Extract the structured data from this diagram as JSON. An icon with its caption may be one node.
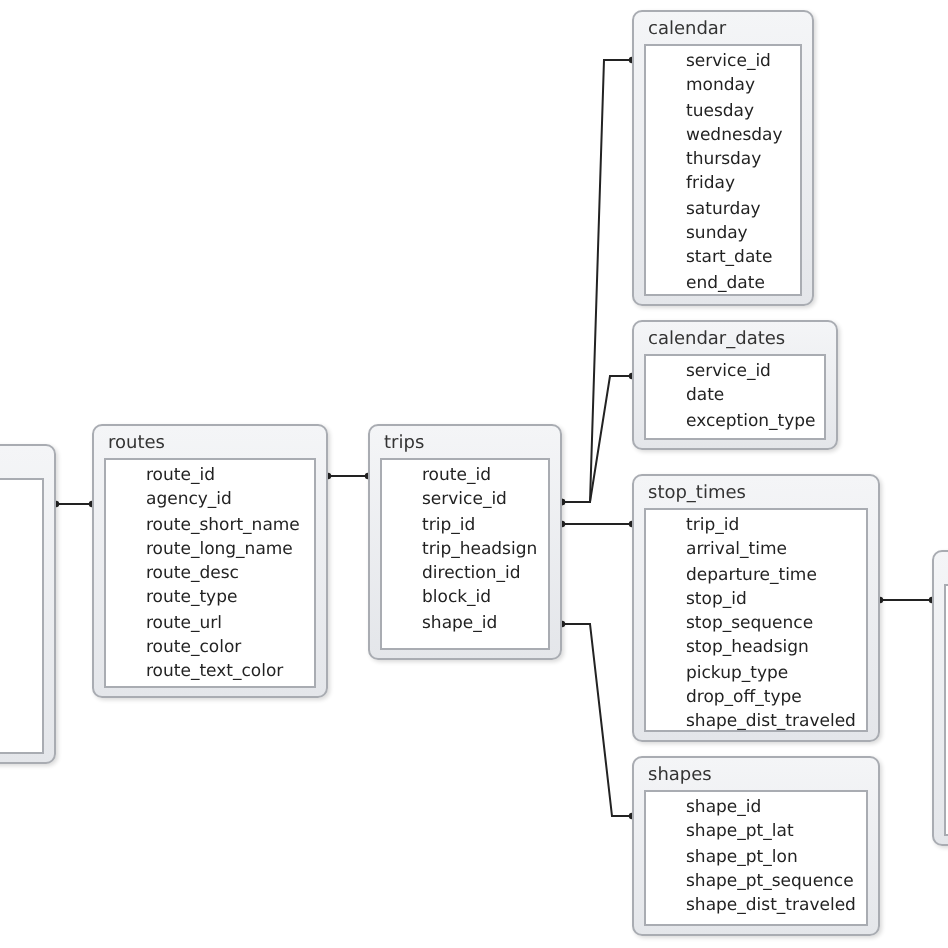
{
  "diagram": {
    "nodes": [
      {
        "text": [],
        "shape": "box"
      },
      {
        "text": [
          "routes",
          "route_id",
          "agency_id",
          "route_short_name",
          "route_long_name",
          "route_desc",
          "route_type",
          "route_url",
          "route_color",
          "route_text_color"
        ]
      },
      {
        "text": [
          "trips",
          "route_id",
          "service_id",
          "trip_id",
          "trip_headsign",
          "direction_id",
          "block_id",
          "shape_id"
        ]
      },
      {
        "text": [
          "calendar",
          "service_id",
          "monday",
          "tuesday",
          "wednesday",
          "thursday",
          "friday",
          "saturday",
          "sunday",
          "start_date",
          "end_date"
        ]
      },
      {
        "text": [
          "calendar_dates",
          "service_id",
          "date",
          "exception_type"
        ]
      },
      {
        "text": [
          "stop_times",
          "trip_id",
          "arrival_time",
          "departure_time",
          "stop_id",
          "stop_sequence",
          "stop_headsign",
          "pickup_type",
          "drop_off_type",
          "shape_dist_traveled"
        ]
      },
      {
        "text": [
          "shapes",
          "shape_id",
          "shape_pt_lat",
          "shape_pt_lon",
          "shape_pt_sequence",
          "shape_dist_traveled"
        ]
      },
      {
        "text": [],
        "shape": "box"
      }
    ],
    "edges": [
      {
        "from": 0,
        "to": 1,
        "arrow": "other"
      },
      {
        "from": 1,
        "to": 2,
        "arrow": "other"
      },
      {
        "from": 2,
        "to": 3,
        "arrow": "other"
      },
      {
        "from": 2,
        "to": 4,
        "arrow": "other"
      },
      {
        "from": 2,
        "to": 5,
        "arrow": "other"
      },
      {
        "from": 2,
        "to": 6,
        "arrow": "other"
      },
      {
        "from": 5,
        "to": 7,
        "arrow": "other"
      }
    ]
  }
}
